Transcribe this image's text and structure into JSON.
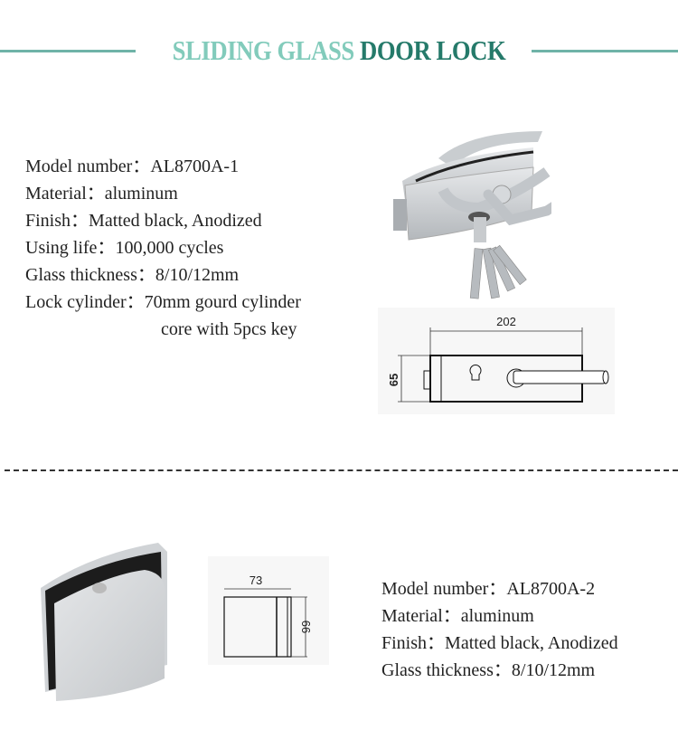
{
  "header": {
    "title_light": "SLIDING GLASS",
    "title_dark": "DOOR LOCK"
  },
  "colors": {
    "title_light": "#82cbbb",
    "title_dark": "#257a6a",
    "rule": "#6fb3a8"
  },
  "product1": {
    "specs": [
      {
        "label": "Model number：",
        "value": "AL8700A-1"
      },
      {
        "label": "Material：",
        "value": "aluminum"
      },
      {
        "label": "Finish：",
        "value": "Matted black, Anodized"
      },
      {
        "label": "Using life：",
        "value": "100,000 cycles"
      },
      {
        "label": "Glass thickness：",
        "value": "8/10/12mm"
      },
      {
        "label": "Lock cylinder：",
        "value": "70mm gourd cylinder"
      }
    ],
    "spec_continuation": "core with 5pcs key",
    "drawing": {
      "width_dim": "202",
      "height_dim": "65"
    }
  },
  "product2": {
    "specs": [
      {
        "label": "Model number：",
        "value": "AL8700A-2"
      },
      {
        "label": "Material：",
        "value": "aluminum"
      },
      {
        "label": "Finish：",
        "value": "Matted black, Anodized"
      },
      {
        "label": "Glass thickness：",
        "value": "8/10/12mm"
      }
    ],
    "drawing": {
      "width_dim": "73",
      "height_dim": "66"
    }
  }
}
